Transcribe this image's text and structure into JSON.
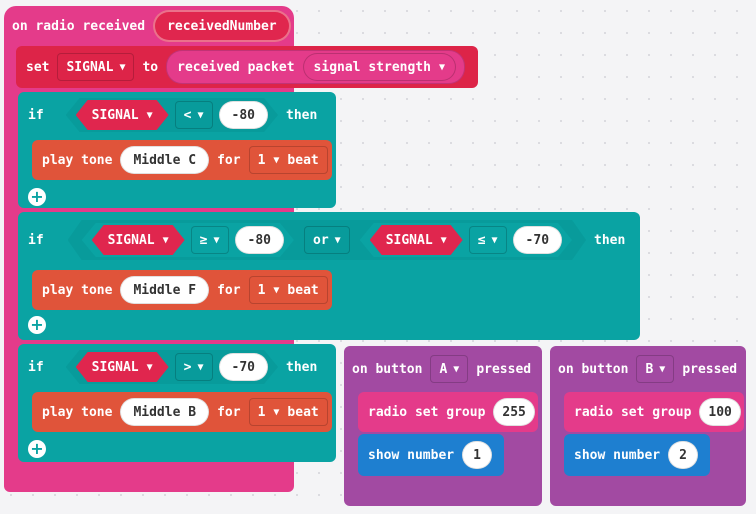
{
  "colors": {
    "radio": "#e43b8a",
    "variables": "#dd2448",
    "logic": "#0aa3a3",
    "music": "#e0543a",
    "input": "#a24aa2",
    "basic": "#1e7fd0"
  },
  "radio_handler": {
    "event": "on radio received",
    "param": "receivedNumber",
    "set_keyword": "set",
    "set_var": "SIGNAL",
    "to_keyword": "to",
    "received_packet": "received packet",
    "packet_prop": "signal strength"
  },
  "if1": {
    "keyword": "if",
    "var": "SIGNAL",
    "op": "<",
    "value": "-80",
    "then": "then",
    "play_label": "play tone",
    "note": "Middle C",
    "for_label": "for",
    "beats": "1",
    "beat_unit": "beat"
  },
  "if2": {
    "keyword": "if",
    "var1": "SIGNAL",
    "op1": "≥",
    "value1": "-80",
    "logic": "or",
    "var2": "SIGNAL",
    "op2": "≤",
    "value2": "-70",
    "then": "then",
    "play_label": "play tone",
    "note": "Middle F",
    "for_label": "for",
    "beats": "1",
    "beat_unit": "beat"
  },
  "if3": {
    "keyword": "if",
    "var": "SIGNAL",
    "op": ">",
    "value": "-70",
    "then": "then",
    "play_label": "play tone",
    "note": "Middle B",
    "for_label": "for",
    "beats": "1",
    "beat_unit": "beat"
  },
  "button_a": {
    "event": "on button",
    "button": "A",
    "pressed": "pressed",
    "radio_group_label": "radio set group",
    "group": "255",
    "show_label": "show number",
    "number": "1"
  },
  "button_b": {
    "event": "on button",
    "button": "B",
    "pressed": "pressed",
    "radio_group_label": "radio set group",
    "group": "100",
    "show_label": "show number",
    "number": "2"
  }
}
